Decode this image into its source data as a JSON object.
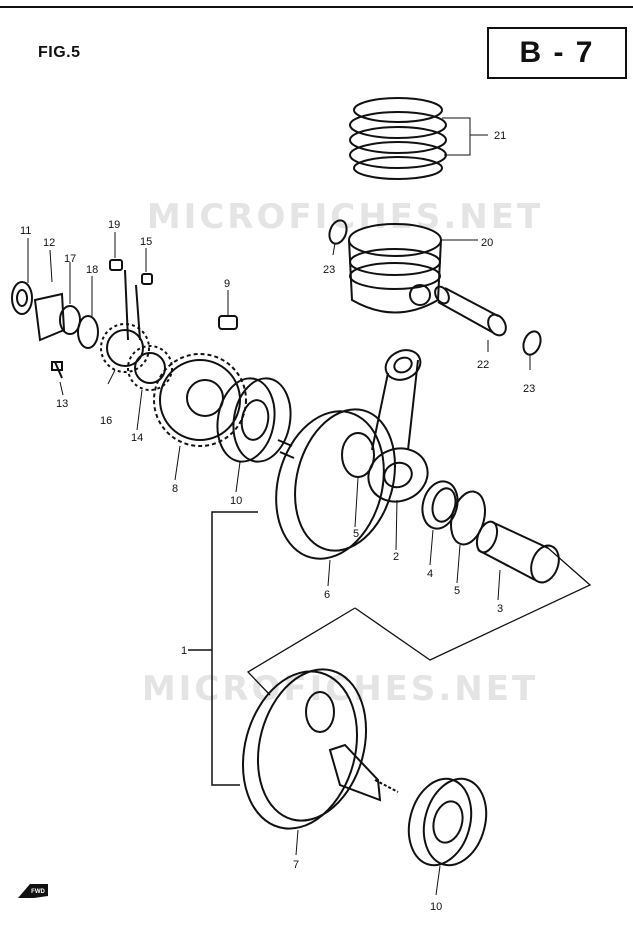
{
  "figure_label": "FIG.5",
  "page_code": "B - 7",
  "watermark": "MICROFICHES.NET",
  "fwd_label": "FWD",
  "callouts": [
    "1",
    "2",
    "3",
    "4",
    "5",
    "5",
    "6",
    "7",
    "8",
    "9",
    "10",
    "10",
    "11",
    "12",
    "13",
    "14",
    "15",
    "16",
    "17",
    "18",
    "19",
    "20",
    "21",
    "22",
    "23",
    "23"
  ]
}
